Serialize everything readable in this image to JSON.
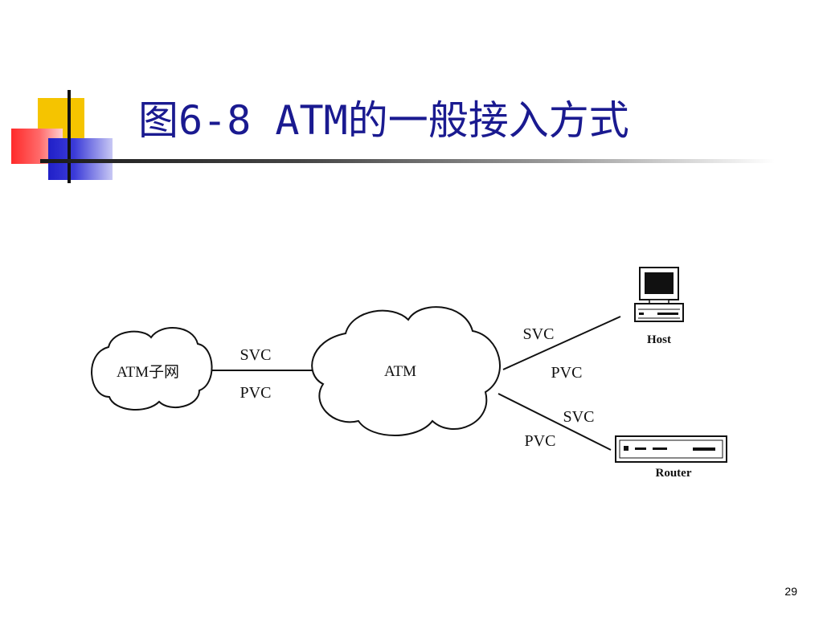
{
  "slide": {
    "title": "图6-8   ATM的一般接入方式",
    "page_number": "29"
  },
  "diagram": {
    "clouds": {
      "subnet": "ATM子网",
      "core": "ATM"
    },
    "links": {
      "left": {
        "top": "SVC",
        "bottom": "PVC"
      },
      "host": {
        "top": "SVC",
        "bottom": "PVC"
      },
      "router": {
        "top": "SVC",
        "bottom": "PVC"
      }
    },
    "devices": {
      "host": "Host",
      "router": "Router"
    }
  },
  "colors": {
    "title": "#1a1a90",
    "line": "#111111"
  },
  "icons": [
    "computer-icon",
    "router-icon"
  ]
}
